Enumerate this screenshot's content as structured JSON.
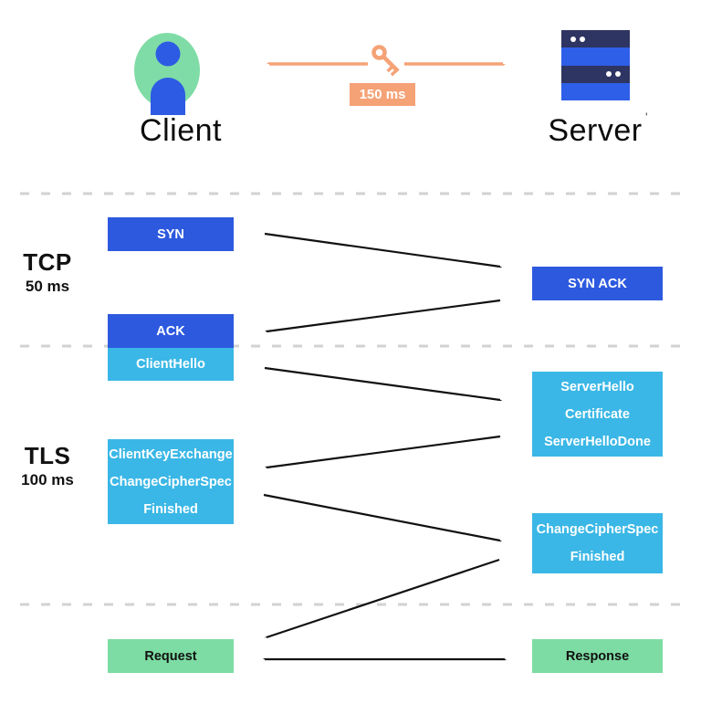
{
  "actors": {
    "client": {
      "label": "Client"
    },
    "server": {
      "label": "Server",
      "tick_mark": "'"
    }
  },
  "latency": {
    "round_trip_label": "150 ms"
  },
  "sections": {
    "tcp": {
      "label": "TCP",
      "duration": "50 ms"
    },
    "tls": {
      "label": "TLS",
      "duration": "100 ms"
    }
  },
  "messages": {
    "syn": "SYN",
    "syn_ack": "SYN ACK",
    "ack": "ACK",
    "client_hello": "ClientHello",
    "server_hello_lines": [
      "ServerHello",
      "Certificate",
      "ServerHelloDone"
    ],
    "client_key_exchange_lines": [
      "ClientKeyExchange",
      "ChangeCipherSpec",
      "Finished"
    ],
    "change_cipher_lines": [
      "ChangeCipherSpec",
      "Finished"
    ],
    "request": "Request",
    "response": "Response"
  },
  "icons": {
    "key": "key-icon",
    "client_avatar": "person-icon",
    "server": "server-icon"
  },
  "colors": {
    "tcp_box_blue": "#2d59df",
    "tls_box_cyan": "#3ab7e6",
    "data_box_green": "#7ddca3",
    "accent_orange": "#f5a276",
    "arrow_black": "#111111",
    "dashed_gray": "#d2d2d2",
    "server_dark": "#2e3563",
    "server_blue": "#2e5fe8",
    "avatar_green": "#7fdca6",
    "avatar_blue": "#2d5be3"
  }
}
